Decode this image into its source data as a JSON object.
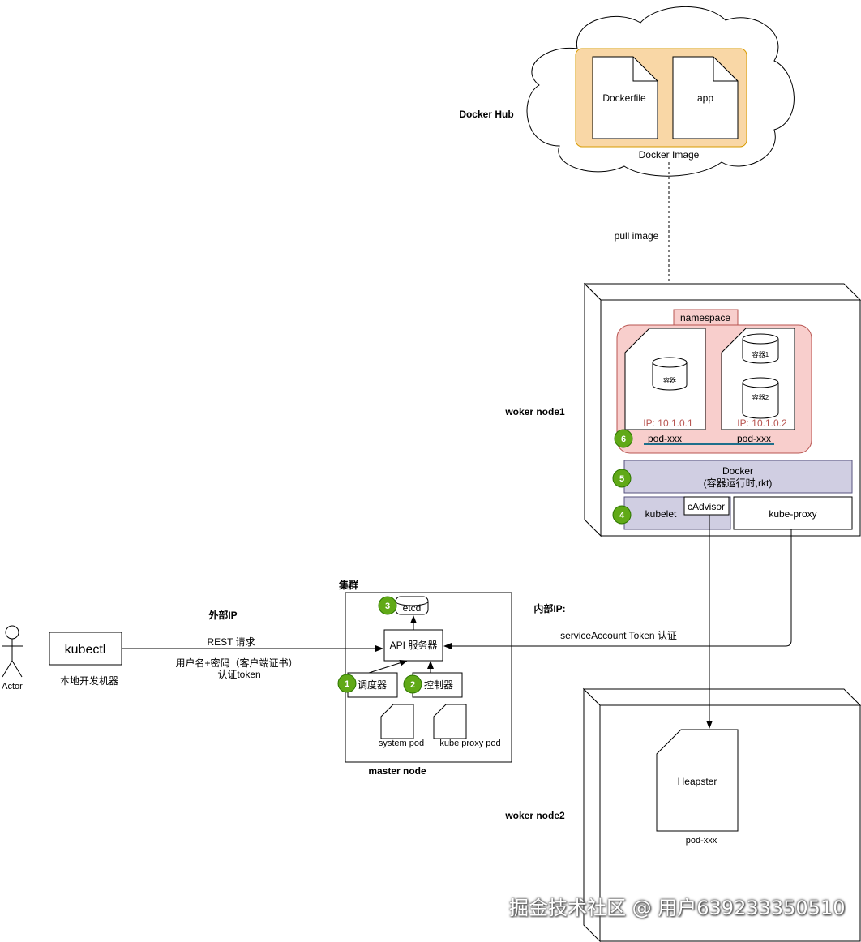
{
  "docker_hub": {
    "label": "Docker Hub",
    "dockerfile": "Dockerfile",
    "app": "app",
    "image_caption": "Docker Image",
    "pull_label": "pull image"
  },
  "worker_node1": {
    "label": "woker node1",
    "namespace": "namespace",
    "pod1": {
      "container": "容器",
      "ip": "IP: 10.1.0.1",
      "name": "pod-xxx"
    },
    "pod2": {
      "container1": "容器1",
      "container2": "容器2",
      "ip": "IP: 10.1.0.2",
      "name": "pod-xxx"
    },
    "docker_line1": "Docker",
    "docker_line2": "(容器运行时,rkt)",
    "kubelet": "kubelet",
    "cadvisor": "cAdvisor",
    "kube_proxy": "kube-proxy"
  },
  "badges": [
    "1",
    "2",
    "3",
    "4",
    "5",
    "6"
  ],
  "cluster": {
    "label": "集群",
    "etcd": "etcd",
    "api_server": "API 服务器",
    "scheduler": "调度器",
    "controller": "控制器",
    "system_pod": "system pod",
    "kube_proxy_pod": "kube proxy pod",
    "master_label": "master node"
  },
  "external": {
    "title": "外部IP",
    "rest": "REST 请求",
    "auth_line1": "用户名+密码（客户端证书）",
    "auth_line2": "认证token"
  },
  "internal": {
    "title": "内部IP:",
    "token": "serviceAccount Token 认证"
  },
  "client": {
    "actor": "Actor",
    "kubectl": "kubectl",
    "machine": "本地开发机器"
  },
  "worker_node2": {
    "label": "woker node2",
    "heapster": "Heapster",
    "pod_name": "pod-xxx"
  },
  "watermark": "掘金技术社区 @ 用户639233350510",
  "colors": {
    "badge_green": "#60a917",
    "image_fill": "#f9d7a6",
    "image_stroke": "#d79b00",
    "namespace_fill": "#f8cecc",
    "namespace_stroke": "#b85450",
    "docker_fill": "#d0cee2",
    "docker_stroke": "#56517e",
    "ip_text": "#b85450",
    "pod_underline": "#1f6f8b"
  }
}
